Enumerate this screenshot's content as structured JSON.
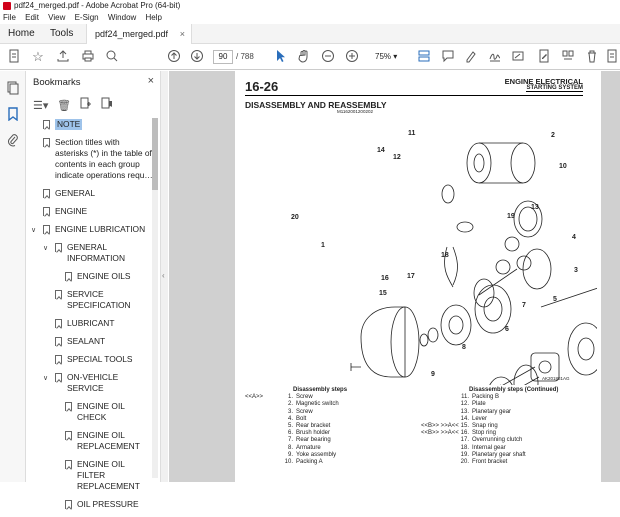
{
  "window": {
    "title": "pdf24_merged.pdf - Adobe Acrobat Pro (64-bit)"
  },
  "menu": [
    "File",
    "Edit",
    "View",
    "E-Sign",
    "Window",
    "Help"
  ],
  "tabs": {
    "home": "Home",
    "tools": "Tools",
    "doc": "pdf24_merged.pdf",
    "close": "×"
  },
  "toolbar": {
    "page_current": "90",
    "page_total": "/ 788",
    "zoom": "75%"
  },
  "bookmarks": {
    "title": "Bookmarks",
    "close": "×",
    "items": [
      {
        "label": "NOTE",
        "level": 0,
        "arrow": "",
        "selected": true
      },
      {
        "label": "Section titles with asterisks (*) in the table of contents in each group indicate operations requ…",
        "level": 0,
        "arrow": ""
      },
      {
        "label": "GENERAL",
        "level": 0,
        "arrow": ""
      },
      {
        "label": "ENGINE",
        "level": 0,
        "arrow": ""
      },
      {
        "label": "ENGINE LUBRICATION",
        "level": 0,
        "arrow": "∨"
      },
      {
        "label": "GENERAL INFORMATION",
        "level": 1,
        "arrow": "∨"
      },
      {
        "label": "ENGINE OILS",
        "level": 2,
        "arrow": ""
      },
      {
        "label": "SERVICE SPECIFICATION",
        "level": 1,
        "arrow": ""
      },
      {
        "label": "LUBRICANT",
        "level": 1,
        "arrow": ""
      },
      {
        "label": "SEALANT",
        "level": 1,
        "arrow": ""
      },
      {
        "label": "SPECIAL TOOLS",
        "level": 1,
        "arrow": ""
      },
      {
        "label": "ON-VEHICLE SERVICE",
        "level": 1,
        "arrow": "∨"
      },
      {
        "label": "ENGINE OIL CHECK",
        "level": 2,
        "arrow": ""
      },
      {
        "label": "ENGINE OIL REPLACEMENT",
        "level": 2,
        "arrow": ""
      },
      {
        "label": "ENGINE OIL FILTER REPLACEMENT",
        "level": 2,
        "arrow": ""
      },
      {
        "label": "OIL PRESSURE",
        "level": 2,
        "arrow": ""
      }
    ]
  },
  "page": {
    "number": "16-26",
    "header1": "ENGINE ELECTRICAL",
    "header2": "STARTING SYSTEM",
    "title": "DISASSEMBLY AND REASSEMBLY",
    "code": "M1162001200202",
    "diagram_code": "AK201881AG",
    "callouts": [
      "1",
      "2",
      "3",
      "4",
      "5",
      "6",
      "7",
      "8",
      "9",
      "10",
      "11",
      "12",
      "13",
      "14",
      "15",
      "16",
      "17",
      "18",
      "19",
      "20"
    ],
    "steps_left": {
      "heading": "Disassembly steps",
      "rows": [
        {
          "tag": "<<A>>",
          "n": "1.",
          "text": "Screw"
        },
        {
          "tag": "",
          "n": "2.",
          "text": "Magnetic switch"
        },
        {
          "tag": "",
          "n": "3.",
          "text": "Screw"
        },
        {
          "tag": "",
          "n": "4.",
          "text": "Bolt"
        },
        {
          "tag": "",
          "n": "5.",
          "text": "Rear bracket"
        },
        {
          "tag": "",
          "n": "6.",
          "text": "Brush holder"
        },
        {
          "tag": "",
          "n": "7.",
          "text": "Rear bearing"
        },
        {
          "tag": "",
          "n": "8.",
          "text": "Armature"
        },
        {
          "tag": "",
          "n": "9.",
          "text": "Yoke assembly"
        },
        {
          "tag": "",
          "n": "10.",
          "text": "Packing A"
        }
      ]
    },
    "steps_right": {
      "heading": "Disassembly steps (Continued)",
      "rows": [
        {
          "tag": "",
          "n": "11.",
          "text": "Packing B"
        },
        {
          "tag": "",
          "n": "12.",
          "text": "Plate"
        },
        {
          "tag": "",
          "n": "13.",
          "text": "Planetary gear"
        },
        {
          "tag": "",
          "n": "14.",
          "text": "Lever"
        },
        {
          "tag": "<<B>>  >>A<<",
          "n": "15.",
          "text": "Snap ring"
        },
        {
          "tag": "<<B>>  >>A<<",
          "n": "16.",
          "text": "Stop ring"
        },
        {
          "tag": "",
          "n": "17.",
          "text": "Overrunning clutch"
        },
        {
          "tag": "",
          "n": "18.",
          "text": "Internal gear"
        },
        {
          "tag": "",
          "n": "19.",
          "text": "Planetary gear shaft"
        },
        {
          "tag": "",
          "n": "20.",
          "text": "Front bracket"
        }
      ]
    }
  }
}
